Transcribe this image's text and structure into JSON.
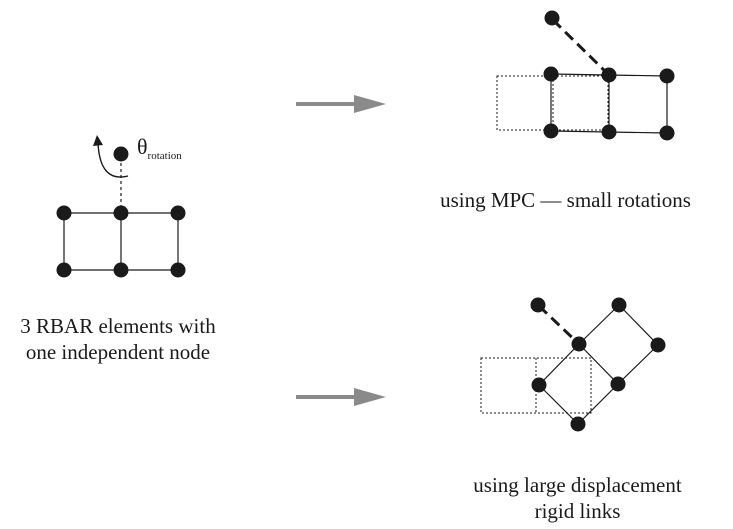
{
  "left_caption": {
    "line1": "3 RBAR elements with",
    "line2": "one independent node"
  },
  "theta_label": {
    "symbol": "θ",
    "subscript": "rotation"
  },
  "mpc_caption": "using MPC — small rotations",
  "large_caption": {
    "line1": "using large displacement",
    "line2": "rigid links"
  },
  "colors": {
    "stroke": "#1a1a1a",
    "node": "#1a1a1a",
    "arrow": "#8a8a8a"
  }
}
